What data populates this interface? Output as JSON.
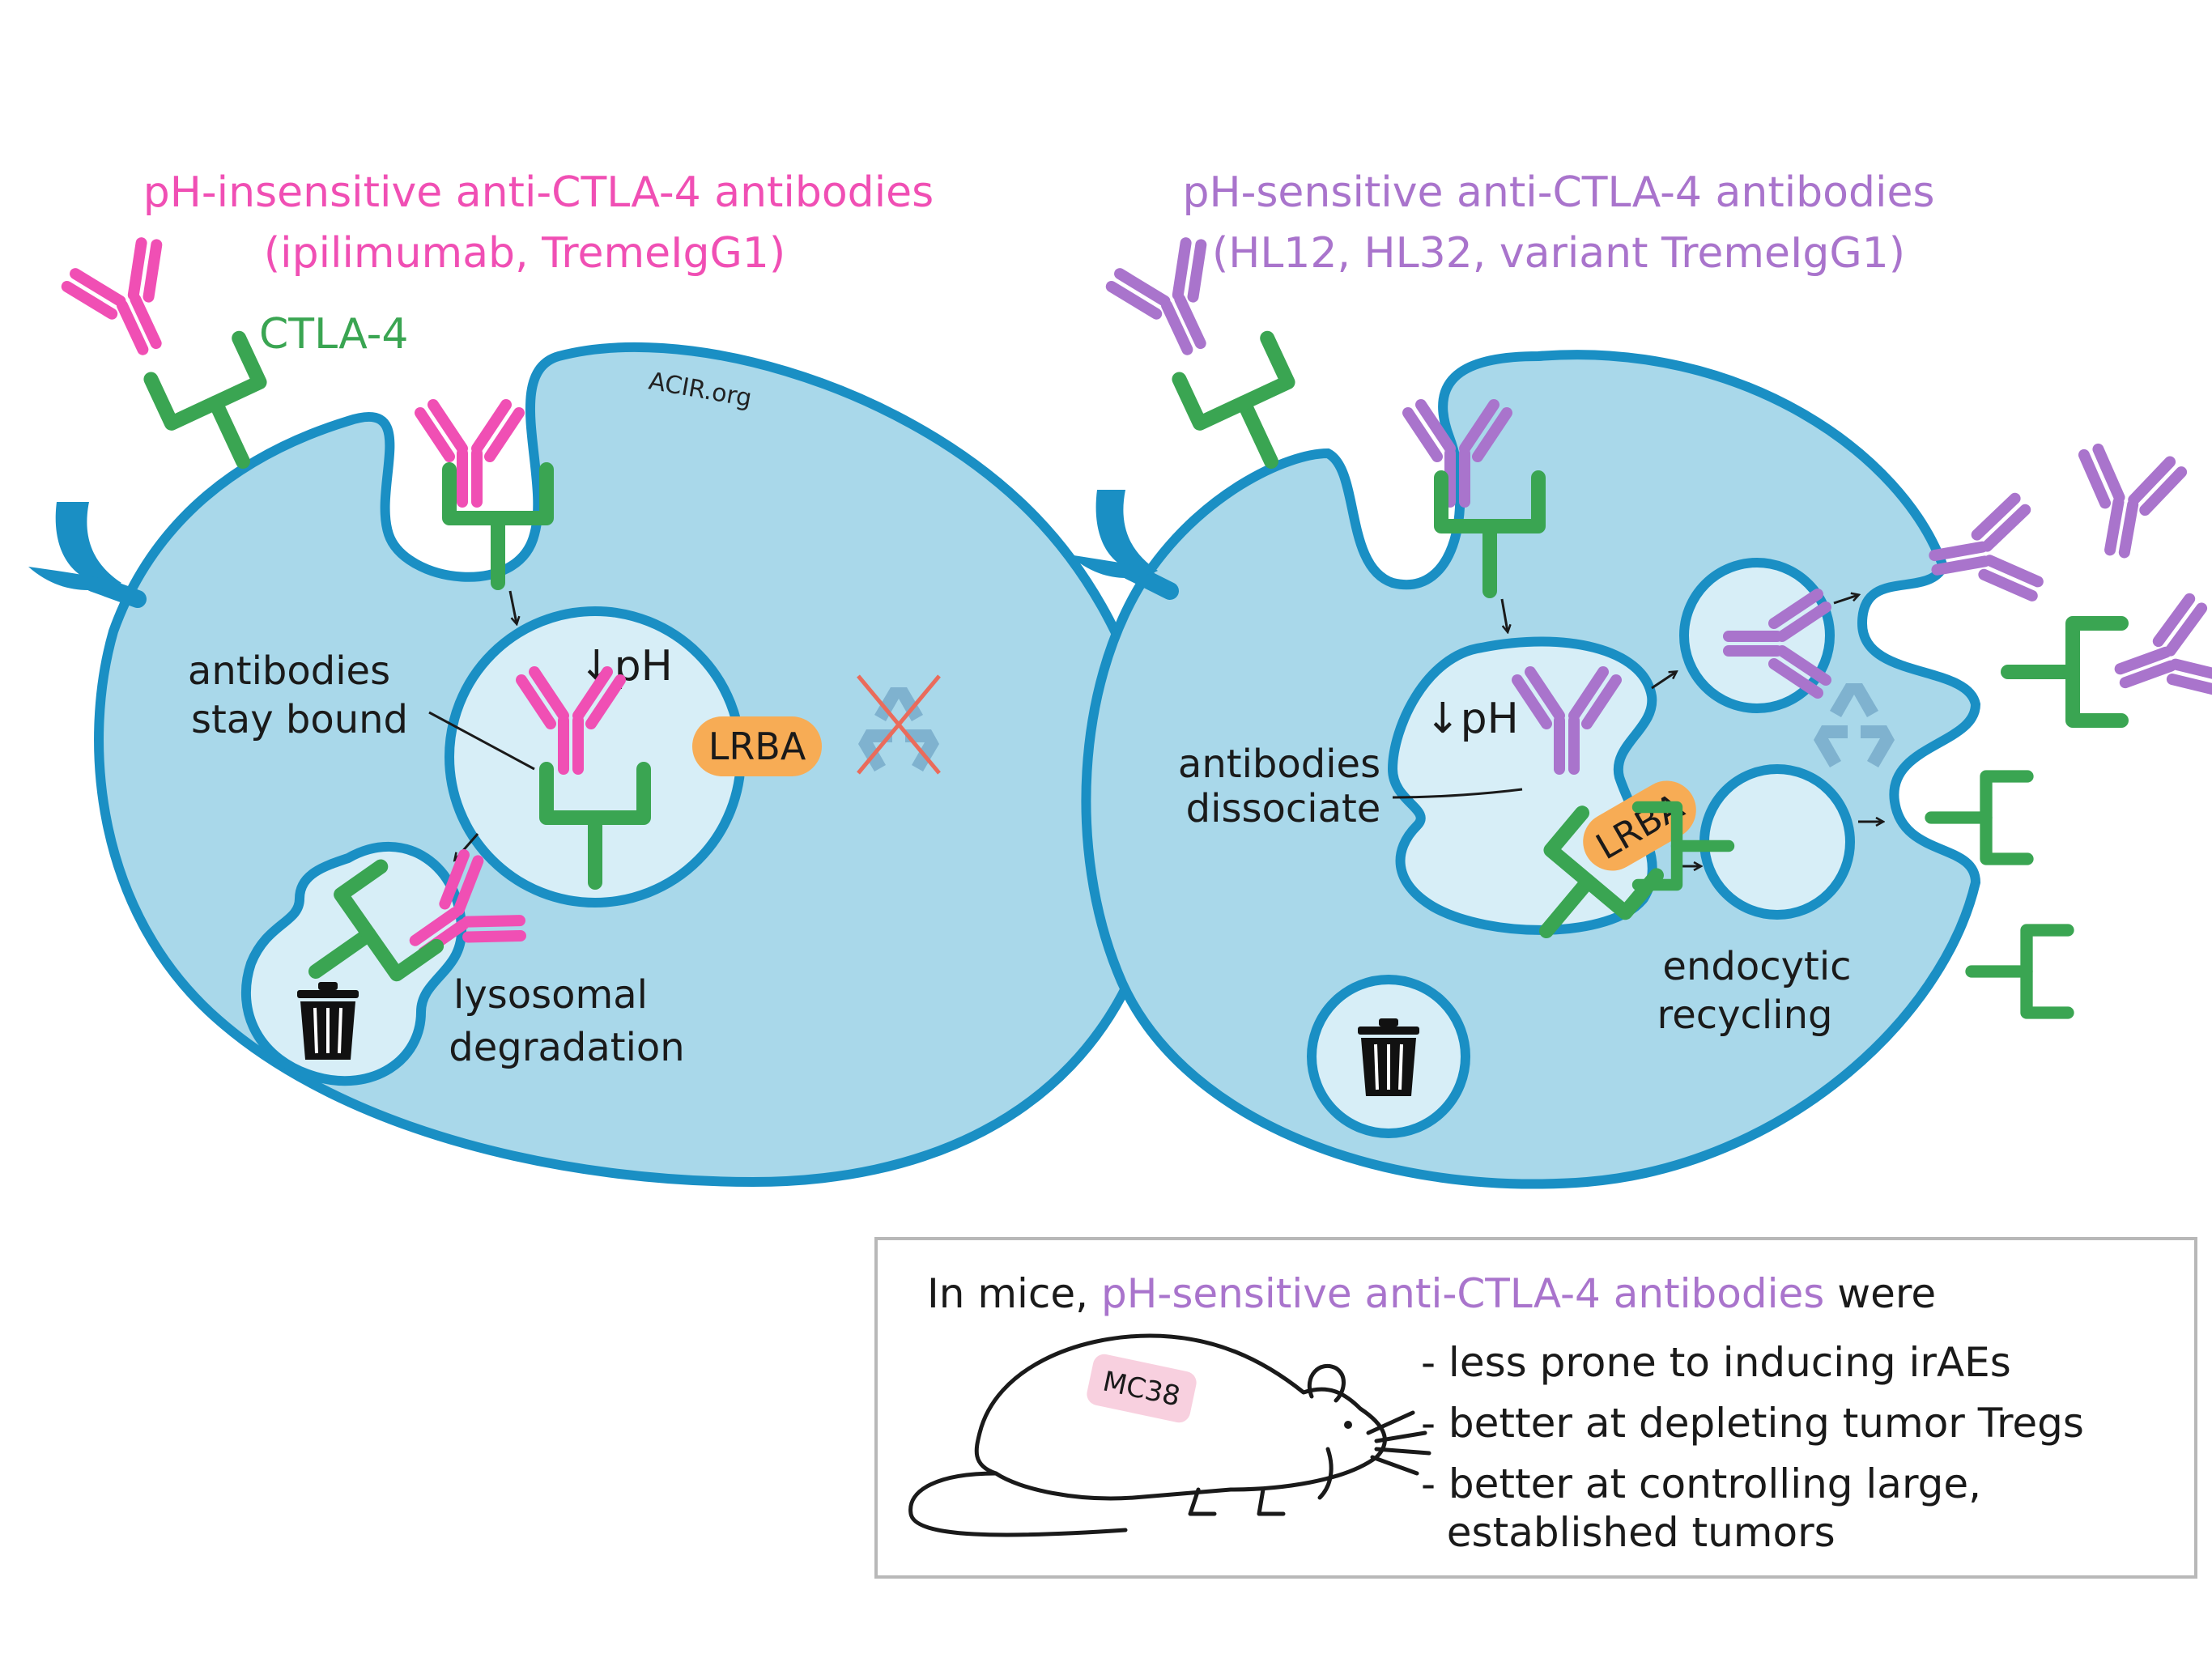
{
  "left_panel": {
    "title_line1": "pH-insensitive anti-CTLA-4 antibodies",
    "title_line2": "(ipilimumab, TremeIgG1)",
    "ctla4_label": "CTLA-4",
    "watermark": "ACIR.org",
    "ph_label": "↓pH",
    "bound_label_line1": "antibodies",
    "bound_label_line2": "stay bound",
    "lrba_label": "LRBA",
    "lysosome_label_line1": "lysosomal",
    "lysosome_label_line2": "degradation"
  },
  "right_panel": {
    "title_line1": "pH-sensitive anti-CTLA-4 antibodies",
    "title_line2": "(HL12, HL32, variant TremeIgG1)",
    "ph_label": "↓pH",
    "dissociate_label_line1": "antibodies",
    "dissociate_label_line2": "dissociate",
    "lrba_label": "LRBA",
    "recycling_label_line1": "endocytic",
    "recycling_label_line2": "recycling"
  },
  "summary_box": {
    "intro_prefix": "In mice, ",
    "intro_highlight": "pH-sensitive anti-CTLA-4 antibodies",
    "intro_suffix": " were",
    "bullets": [
      "- less prone to inducing irAEs",
      "- better at depleting tumor Tregs",
      "- better at controlling large,",
      "  established tumors"
    ],
    "mouse_tag": "MC38"
  },
  "colors": {
    "pink": "#f04fb4",
    "purple": "#a974cc",
    "green": "#3aa552",
    "cell_fill": "#a9d8ea",
    "cell_stroke": "#1a8fc4",
    "vesicle_fill": "#d7eef7",
    "lrba": "#f7ac55",
    "text": "#1a1a1a"
  }
}
